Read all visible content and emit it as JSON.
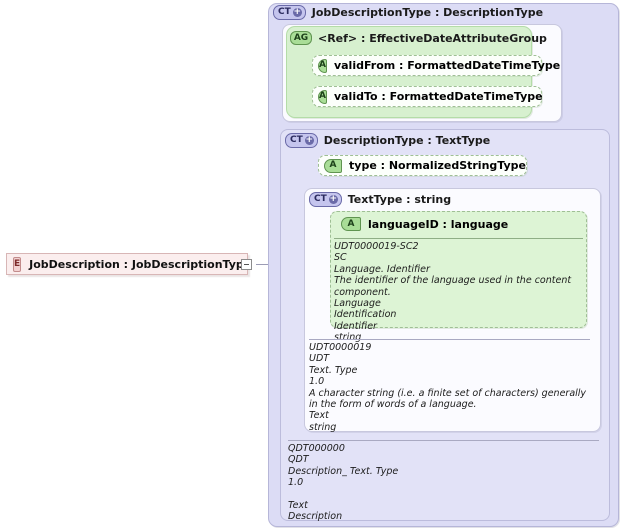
{
  "diagram": {
    "kind": "xsd-schema-tree",
    "root_element": {
      "badge": "E",
      "label": "JobDescription : JobDescriptionType",
      "name": "JobDescription",
      "type": "JobDescriptionType"
    },
    "complex_types": [
      {
        "badge": "CT",
        "expander": "+",
        "title": "JobDescriptionType : DescriptionType",
        "name": "JobDescriptionType",
        "base": "DescriptionType"
      },
      {
        "badge": "CT",
        "expander": "+",
        "title": "DescriptionType : TextType",
        "name": "DescriptionType",
        "base": "TextType"
      },
      {
        "badge": "CT",
        "expander": "+",
        "title": "TextType : string",
        "name": "TextType",
        "base": "string"
      }
    ],
    "attribute_group": {
      "badge": "AG",
      "ref_label": "<Ref>",
      "separator": ":",
      "type": "EffectiveDateAttributeGroup",
      "title": "<Ref>    : EffectiveDateAttributeGroup"
    },
    "attributes": [
      {
        "badge": "A",
        "name": "validFrom",
        "separator": ":",
        "type": "FormattedDateTimeType",
        "label": "validFrom : FormattedDateTimeType"
      },
      {
        "badge": "A",
        "name": "validTo",
        "separator": ":",
        "type": "FormattedDateTimeType",
        "label": "validTo  : FormattedDateTimeType"
      },
      {
        "badge": "A",
        "name": "type",
        "separator": ":",
        "type": "NormalizedStringType",
        "label": "type     : NormalizedStringType"
      },
      {
        "badge": "A",
        "name": "languageID",
        "separator": ":",
        "type": "language",
        "label": "languageID : language"
      }
    ],
    "documentation_blocks": [
      {
        "id": "languageid-doc",
        "lines": [
          "UDT0000019-SC2",
          "SC",
          "Language. Identifier",
          "The identifier of the language used in the content component.",
          "Language",
          "Identification",
          "Identifier",
          "string"
        ]
      },
      {
        "id": "texttype-doc",
        "lines": [
          "UDT0000019",
          "UDT",
          "Text. Type",
          "1.0",
          "A character string (i.e. a finite set of characters) generally in the form of words of a language.",
          "Text",
          "string"
        ]
      },
      {
        "id": "descriptiontype-doc",
        "lines": [
          "QDT000000",
          "QDT",
          "Description_ Text. Type",
          "1.0",
          "",
          "Text",
          "Description"
        ]
      }
    ],
    "colors": {
      "panel_fill": "#dcdcf5",
      "panel_border": "#b6b6d8",
      "panel_white": "#fbfbff",
      "green_fill": "#d7f0cf",
      "green_border": "#b4dca8",
      "element_fill": "#fbeeee",
      "element_border": "#d8b6b6",
      "badge_ct_fill": "#c5c5ee",
      "badge_green_fill": "#a9dd97",
      "connector": "#9c9cb5",
      "background": "#ffffff"
    }
  }
}
